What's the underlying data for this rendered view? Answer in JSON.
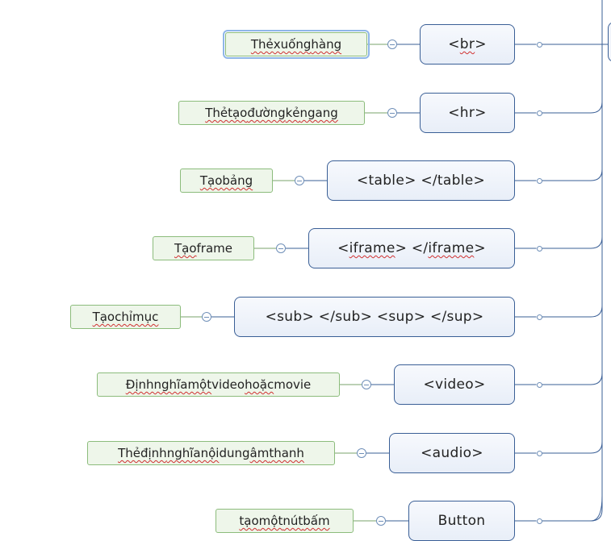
{
  "mindmap": {
    "rows": [
      {
        "tag": "<br>",
        "tag_parts": [
          [
            "<",
            false
          ],
          [
            "br",
            true
          ],
          [
            ">",
            false
          ]
        ],
        "description": "Thẻ xuống hàng",
        "desc_parts": [
          [
            "Thẻ",
            true
          ],
          [
            " ",
            false
          ],
          [
            "xuống",
            true
          ],
          [
            " ",
            false
          ],
          [
            "hàng",
            true
          ]
        ],
        "selected": true
      },
      {
        "tag": "<hr>",
        "tag_parts": [
          [
            "<hr>",
            false
          ]
        ],
        "description": "Thẻ tạo đường kẻ ngang",
        "desc_parts": [
          [
            "Thẻ",
            true
          ],
          [
            " ",
            false
          ],
          [
            "tạo",
            true
          ],
          [
            " ",
            false
          ],
          [
            "đường",
            true
          ],
          [
            " ",
            false
          ],
          [
            "kẻ",
            true
          ],
          [
            " ",
            false
          ],
          [
            "ngang",
            true
          ]
        ],
        "selected": false
      },
      {
        "tag": "<table> </table>",
        "tag_parts": [
          [
            "<table> </table>",
            false
          ]
        ],
        "description": "Tạo bảng",
        "desc_parts": [
          [
            "Tạo",
            true
          ],
          [
            " ",
            false
          ],
          [
            "bảng",
            true
          ]
        ],
        "selected": false
      },
      {
        "tag": "<iframe> </iframe>",
        "tag_parts": [
          [
            "<",
            false
          ],
          [
            "iframe",
            true
          ],
          [
            "> </",
            false
          ],
          [
            "iframe",
            true
          ],
          [
            ">",
            false
          ]
        ],
        "description": "Tạo frame",
        "desc_parts": [
          [
            "Tạo",
            true
          ],
          [
            " frame",
            false
          ]
        ],
        "selected": false
      },
      {
        "tag": "<sub> </sub> <sup> </sup>",
        "tag_parts": [
          [
            "<sub> </sub> <sup> </sup>",
            false
          ]
        ],
        "description": "Tạo chỉ mục",
        "desc_parts": [
          [
            "Tạo",
            true
          ],
          [
            " ",
            false
          ],
          [
            "chỉ",
            true
          ],
          [
            " ",
            false
          ],
          [
            "mục",
            true
          ]
        ],
        "selected": false
      },
      {
        "tag": "<video>",
        "tag_parts": [
          [
            "<video>",
            false
          ]
        ],
        "description": "Định nghĩa một video hoặc movie",
        "desc_parts": [
          [
            "Định",
            true
          ],
          [
            " ",
            false
          ],
          [
            "nghĩa",
            true
          ],
          [
            " ",
            false
          ],
          [
            "một",
            true
          ],
          [
            " video ",
            false
          ],
          [
            "hoặc",
            true
          ],
          [
            " movie",
            false
          ]
        ],
        "selected": false
      },
      {
        "tag": "<audio>",
        "tag_parts": [
          [
            "<audio>",
            false
          ]
        ],
        "description": "Thẻ định nghĩa nội dung âm thanh",
        "desc_parts": [
          [
            "Thẻ",
            true
          ],
          [
            " ",
            false
          ],
          [
            "định",
            true
          ],
          [
            " ",
            false
          ],
          [
            "nghĩa",
            true
          ],
          [
            " ",
            false
          ],
          [
            "nội",
            true
          ],
          [
            " dung ",
            false
          ],
          [
            "âm",
            true
          ],
          [
            " ",
            false
          ],
          [
            "thanh",
            true
          ]
        ],
        "selected": false
      },
      {
        "tag": "Button",
        "tag_parts": [
          [
            "Button",
            false
          ]
        ],
        "description": "tạo một nút bấm",
        "desc_parts": [
          [
            "tạo",
            true
          ],
          [
            " ",
            false
          ],
          [
            "một",
            true
          ],
          [
            " ",
            false
          ],
          [
            "nút",
            true
          ],
          [
            " ",
            false
          ],
          [
            "bấm",
            true
          ]
        ],
        "selected": false
      }
    ]
  }
}
